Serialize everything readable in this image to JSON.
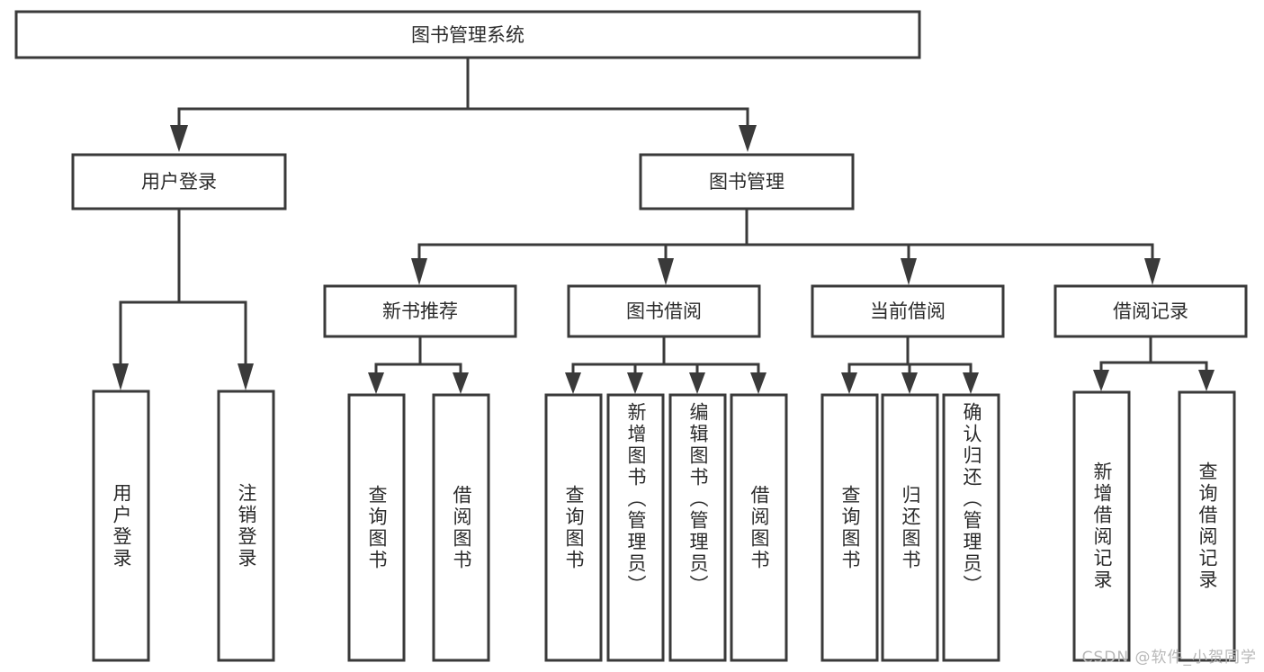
{
  "diagram": {
    "type": "tree",
    "title": "图书管理系统",
    "root": {
      "label": "图书管理系统"
    },
    "level2": [
      {
        "label": "用户登录"
      },
      {
        "label": "图书管理"
      }
    ],
    "level3": [
      {
        "label": "新书推荐"
      },
      {
        "label": "图书借阅"
      },
      {
        "label": "当前借阅"
      },
      {
        "label": "借阅记录"
      }
    ],
    "leaves": {
      "user_login": [
        {
          "label": "用户登录"
        },
        {
          "label": "注销登录"
        }
      ],
      "new_book_recommend": [
        {
          "label": "查询图书"
        },
        {
          "label": "借阅图书"
        }
      ],
      "book_borrow": [
        {
          "label": "查询图书"
        },
        {
          "label": "新增图书（管理员）"
        },
        {
          "label": "编辑图书（管理员）"
        },
        {
          "label": "借阅图书"
        }
      ],
      "current_borrow": [
        {
          "label": "查询图书"
        },
        {
          "label": "归还图书"
        },
        {
          "label": "确认归还（管理员）"
        }
      ],
      "borrow_record": [
        {
          "label": "新增借阅记录"
        },
        {
          "label": "查询借阅记录"
        }
      ]
    }
  },
  "watermark": {
    "text": "CSDN @软件_小贺同学"
  },
  "colors": {
    "stroke": "#3a3a3a",
    "box_fill": "#ffffff",
    "text": "#2b2b2b",
    "watermark": "#b8b8b8",
    "background": "#ffffff"
  }
}
